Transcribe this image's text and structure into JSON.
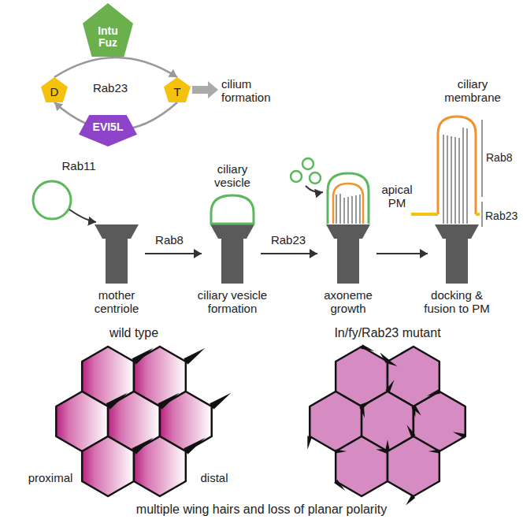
{
  "diagram": {
    "caption": "multiple wing hairs and loss of planar polarity",
    "nodes": [
      {
        "text": [
          "Intu Fuz"
        ]
      },
      {
        "text": [
          "D"
        ]
      },
      {
        "text": [
          "T"
        ]
      },
      {
        "text": [
          "EVI5L"
        ]
      }
    ],
    "edges": [
      {
        "from": 1,
        "to": 2,
        "arrow": "to"
      },
      {
        "from": 2,
        "to": 1,
        "arrow": "to"
      }
    ],
    "labels": [
      "Rab23",
      "cilium formation",
      "Rab11",
      "ciliary vesicle",
      "Rab8",
      "Rab23",
      "ciliary membrane",
      "mother centriole",
      "ciliary vesicle formation",
      "axoneme growth",
      "docking & fusion to PM",
      "apical PM",
      "Rab8",
      "Rab23",
      "wild type",
      "In/fy/Rab23 mutant",
      "proximal",
      "distal"
    ]
  }
}
